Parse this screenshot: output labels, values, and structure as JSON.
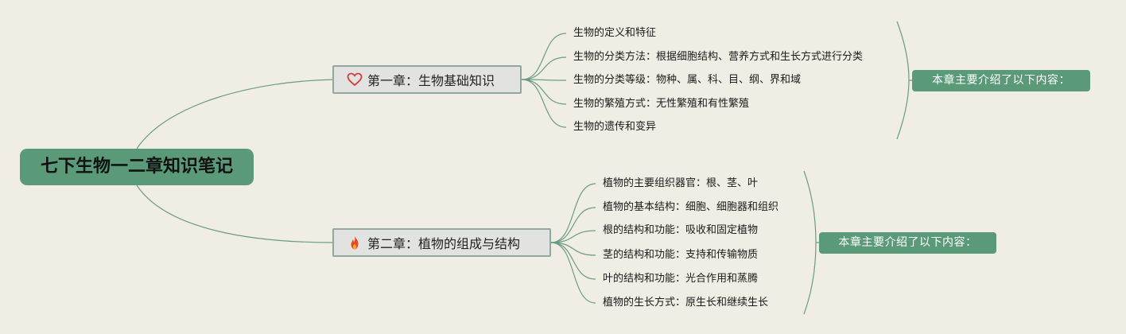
{
  "root": {
    "title": "七下生物一二章知识笔记"
  },
  "chapters": [
    {
      "title": "第一章：生物基础知识",
      "icon": "heart-outline-icon",
      "items": [
        "生物的定义和特征",
        "生物的分类方法：根据细胞结构、营养方式和生长方式进行分类",
        "生物的分类等级：物种、属、科、目、纲、界和域",
        "生物的繁殖方式：无性繁殖和有性繁殖",
        "生物的遗传和变异"
      ],
      "summary": "本章主要介绍了以下内容："
    },
    {
      "title": "第二章：植物的组成与结构",
      "icon": "fire-icon",
      "items": [
        "植物的主要组织器官：根、茎、叶",
        "植物的基本结构：细胞、细胞器和组织",
        "根的结构和功能：吸收和固定植物",
        "茎的结构和功能：支持和传输物质",
        "叶的结构和功能：光合作用和蒸腾",
        "植物的生长方式：原生长和继续生长"
      ],
      "summary": "本章主要介绍了以下内容："
    }
  ],
  "colors": {
    "background": "#efede4",
    "accent": "#5a9a78",
    "line": "#6a9c82",
    "heart": "#d23c3c",
    "fire": "#e24a1c"
  }
}
